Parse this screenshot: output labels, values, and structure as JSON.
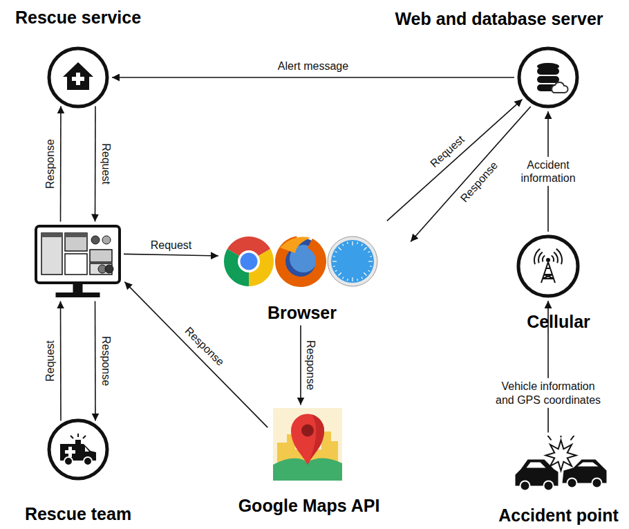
{
  "diagram": {
    "nodes": [
      {
        "text": [
          "Rescue service"
        ]
      },
      {
        "text": [
          "Web and database server"
        ]
      },
      {
        "text": []
      },
      {
        "text": [
          "Browser"
        ]
      },
      {
        "text": [
          "Cellular"
        ]
      },
      {
        "text": [
          "Rescue team"
        ]
      },
      {
        "text": [
          "Google Maps API"
        ]
      },
      {
        "text": [
          "Accident point"
        ]
      }
    ],
    "edges": [
      {
        "from": 1,
        "to": 0,
        "arrow": "to",
        "label": "Alert message"
      },
      {
        "from": 2,
        "to": 0,
        "arrow": "to",
        "label": "Response"
      },
      {
        "from": 0,
        "to": 2,
        "arrow": "to",
        "label": "Request"
      },
      {
        "from": 2,
        "to": 3,
        "arrow": "to",
        "label": "Request"
      },
      {
        "from": 3,
        "to": 1,
        "arrow": "to",
        "label": "Request"
      },
      {
        "from": 1,
        "to": 3,
        "arrow": "to",
        "label": "Response"
      },
      {
        "from": 4,
        "to": 1,
        "arrow": "to",
        "label": "Accident information"
      },
      {
        "from": 7,
        "to": 4,
        "arrow": "to",
        "label": "Vehicle information and GPS coordinates"
      },
      {
        "from": 3,
        "to": 6,
        "arrow": "to",
        "label": "Response"
      },
      {
        "from": 6,
        "to": 2,
        "arrow": "to",
        "label": "Response"
      },
      {
        "from": 5,
        "to": 2,
        "arrow": "to",
        "label": "Request"
      },
      {
        "from": 2,
        "to": 5,
        "arrow": "to",
        "label": "Response"
      }
    ]
  }
}
